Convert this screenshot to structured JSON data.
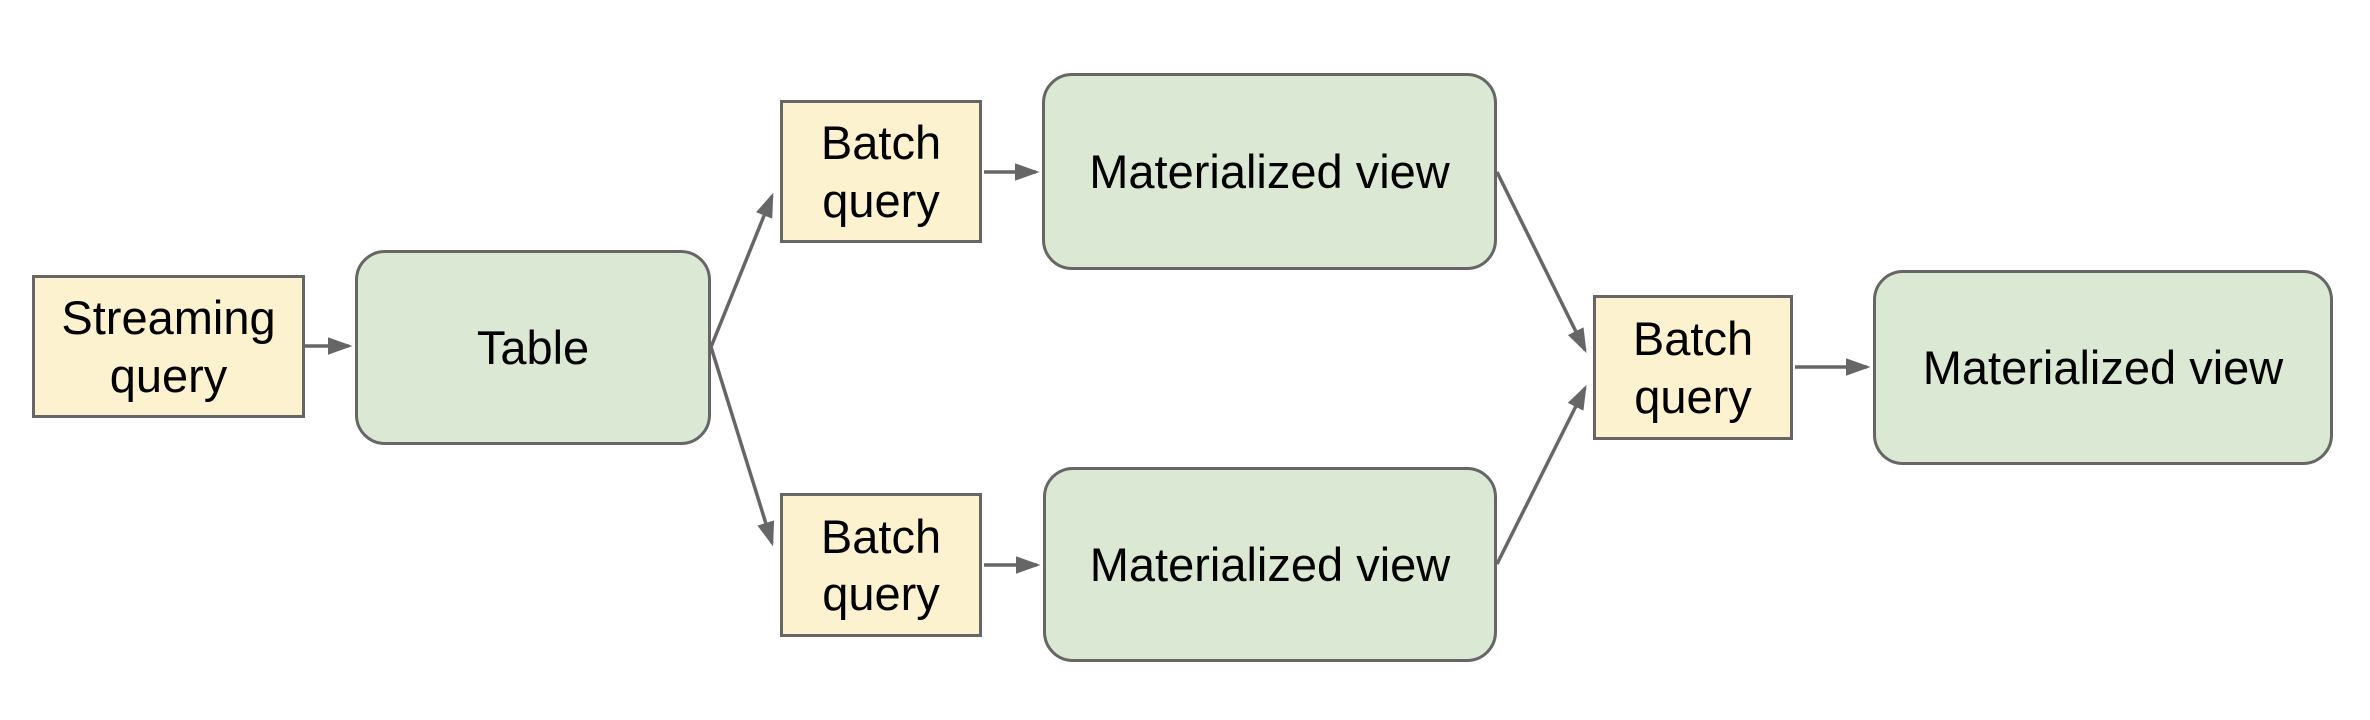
{
  "diagram": {
    "type": "flowchart",
    "background": "#ffffff",
    "colors": {
      "query_fill": "#fcf2cf",
      "view_fill": "#dbe8d3",
      "node_border": "#666666",
      "connector": "#666666",
      "text": "#000000"
    },
    "nodes": {
      "streaming_query": {
        "label": "Streaming query",
        "shape": "rectangle",
        "style": "query"
      },
      "table": {
        "label": "Table",
        "shape": "rounded-rectangle",
        "style": "view"
      },
      "batch_query_top": {
        "label": "Batch query",
        "shape": "rectangle",
        "style": "query"
      },
      "materialized_view_top": {
        "label": "Materialized view",
        "shape": "rounded-rectangle",
        "style": "view"
      },
      "batch_query_bottom": {
        "label": "Batch query",
        "shape": "rectangle",
        "style": "query"
      },
      "materialized_view_bottom": {
        "label": "Materialized view",
        "shape": "rounded-rectangle",
        "style": "view"
      },
      "batch_query_right": {
        "label": "Batch query",
        "shape": "rectangle",
        "style": "query"
      },
      "materialized_view_final": {
        "label": "Materialized view",
        "shape": "rounded-rectangle",
        "style": "view"
      }
    },
    "edges": [
      {
        "from": "streaming_query",
        "to": "table"
      },
      {
        "from": "table",
        "to": "batch_query_top"
      },
      {
        "from": "table",
        "to": "batch_query_bottom"
      },
      {
        "from": "batch_query_top",
        "to": "materialized_view_top"
      },
      {
        "from": "batch_query_bottom",
        "to": "materialized_view_bottom"
      },
      {
        "from": "materialized_view_top",
        "to": "batch_query_right"
      },
      {
        "from": "materialized_view_bottom",
        "to": "batch_query_right"
      },
      {
        "from": "batch_query_right",
        "to": "materialized_view_final"
      }
    ]
  }
}
